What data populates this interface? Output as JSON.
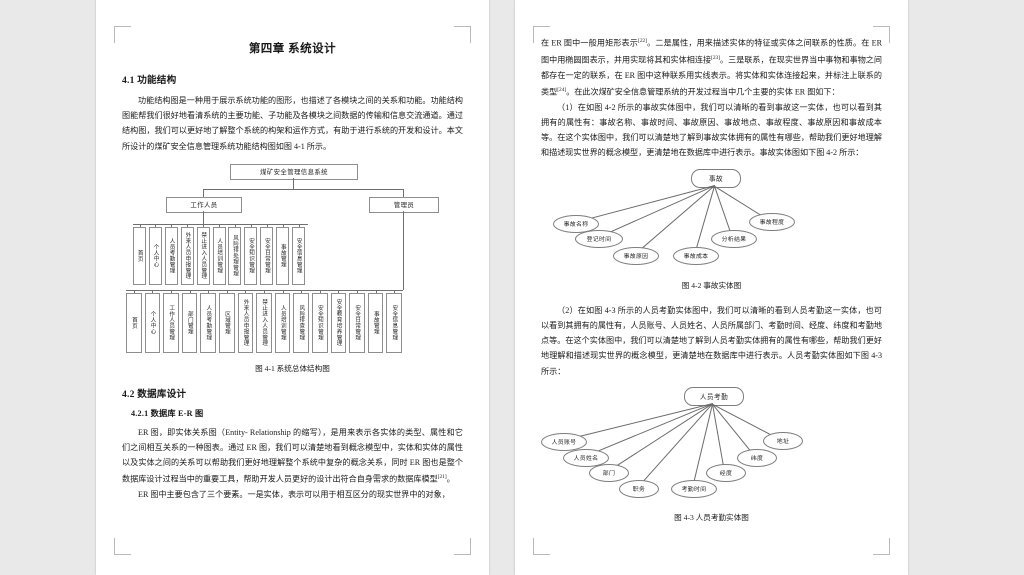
{
  "viewer": {
    "background": "#e9e9e9",
    "page_background": "#ffffff"
  },
  "left_page": {
    "chapter_title": "第四章  系统设计",
    "section_41_title": "4.1 功能结构",
    "para_41": "功能结构图是一种用于展示系统功能的图形，也描述了各模块之间的关系和功能。功能结构图能帮我们很好地看清系统的主要功能、子功能及各模块之间数据的传输和信息交流通道。通过结构图，我们可以更好地了解整个系统的构架和运作方式，有助于进行系统的开发和设计。本文所设计的煤矿安全信息管理系统功能结构图如图 4-1 所示。",
    "figure_41": {
      "caption": "图 4-1 系统总体结构图",
      "root": "煤矿安全管理信息系统",
      "branch_left": "工作人员",
      "branch_right": "管理员",
      "worker_modules": [
        "首页",
        "个人中心",
        "人员考勤管理",
        "外来人员申报管理",
        "禁止进入人员管理",
        "人员培训管理",
        "风险排处理管理",
        "安全知识管理",
        "安全日常管理",
        "事故管理",
        "安全信息管理"
      ],
      "admin_modules": [
        "首页",
        "个人中心",
        "工作人员管理",
        "部门管理",
        "人员考勤管理",
        "区域管理",
        "外来人员申报管理",
        "禁止进入人员管理",
        "人员培训管理",
        "风险排查管理",
        "安全知识管理",
        "安全教育培养管理",
        "安全日常管理",
        "事故管理",
        "安全信息管理"
      ]
    },
    "section_42_title": "4.2 数据库设计",
    "subsection_421_title": "4.2.1 数据库 E-R 图",
    "para_421_a": "ER 图，即实体关系图（Entity- Relationship 的缩写），是用来表示各实体的类型、属性和它们之间相互关系的一种图表。通过 ER 图，我们可以清楚地看到概念模型中，实体和实体的属性以及实体之间的关系可以帮助我们更好地理解整个系统中复杂的概念关系，同时 ER 图也是整个数据库设计过程当中的重要工具，帮助开发人员更好的设计出符合自身需求的数据库模型",
    "para_421_a_ref": "[21]",
    "para_421_a_end": "。",
    "para_421_b": "ER 图中主要包含了三个要素。一是实体，表示可以用于相互区分的现实世界中的对象，"
  },
  "right_page": {
    "para_top_1": "在 ER 图中一般用矩形表示",
    "para_top_1_ref": "[22]",
    "para_top_2": "。二是属性，用来描述实体的特征或实体之间联系的性质。在 ER 图中用椭圆图表示，并用实现将其和实体相连接",
    "para_top_2_ref": "[23]",
    "para_top_3": "。三是联系，在现实世界当中事物和事物之间都存在一定的联系，在 ER 图中这种联系用实线表示。将实体和实体连接起来，并标注上联系的类型",
    "para_top_3_ref": "[24]",
    "para_top_4": "。在此次煤矿安全信息管理系统的开发过程当中几个主要的实体 ER 图如下：",
    "para_1": "（1）在如图 4-2 所示的事故实体图中，我们可以清晰的看到事故这一实体，也可以看到其拥有的属性有：事故名称、事故时间、事故原因、事故地点、事故程度、事故原因和事故成本等。在这个实体图中，我们可以清楚地了解到事故实体拥有的属性有哪些，帮助我们更好地理解和描述现实世界的概念模型，更清楚地在数据库中进行表示。事故实体图如下图 4-2 所示：",
    "figure_42": {
      "caption": "图 4-2 事故实体图",
      "entity": "事故",
      "attributes": [
        "事故名称",
        "登记时间",
        "事故原因",
        "事故成本",
        "分析结果",
        "事故程度"
      ]
    },
    "para_2": "（2）在如图 4-3 所示的人员考勤实体图中，我们可以清晰的看到人员考勤这一实体，也可以看到其拥有的属性有，人员账号、人员姓名、人员所属部门、考勤时间、经度、纬度和考勤地点等。在这个实体图中，我们可以清楚地了解到人员考勤实体拥有的属性有哪些，帮助我们更好地理解和描述现实世界的概念模型，更清楚地在数据库中进行表示。人员考勤实体图如下图 4-3 所示：",
    "figure_43": {
      "caption": "图 4-3 人员考勤实体图",
      "entity": "人员考勤",
      "attributes": [
        "人员账号",
        "人员姓名",
        "部门",
        "职务",
        "考勤时间",
        "经度",
        "纬度",
        "地址"
      ]
    }
  }
}
